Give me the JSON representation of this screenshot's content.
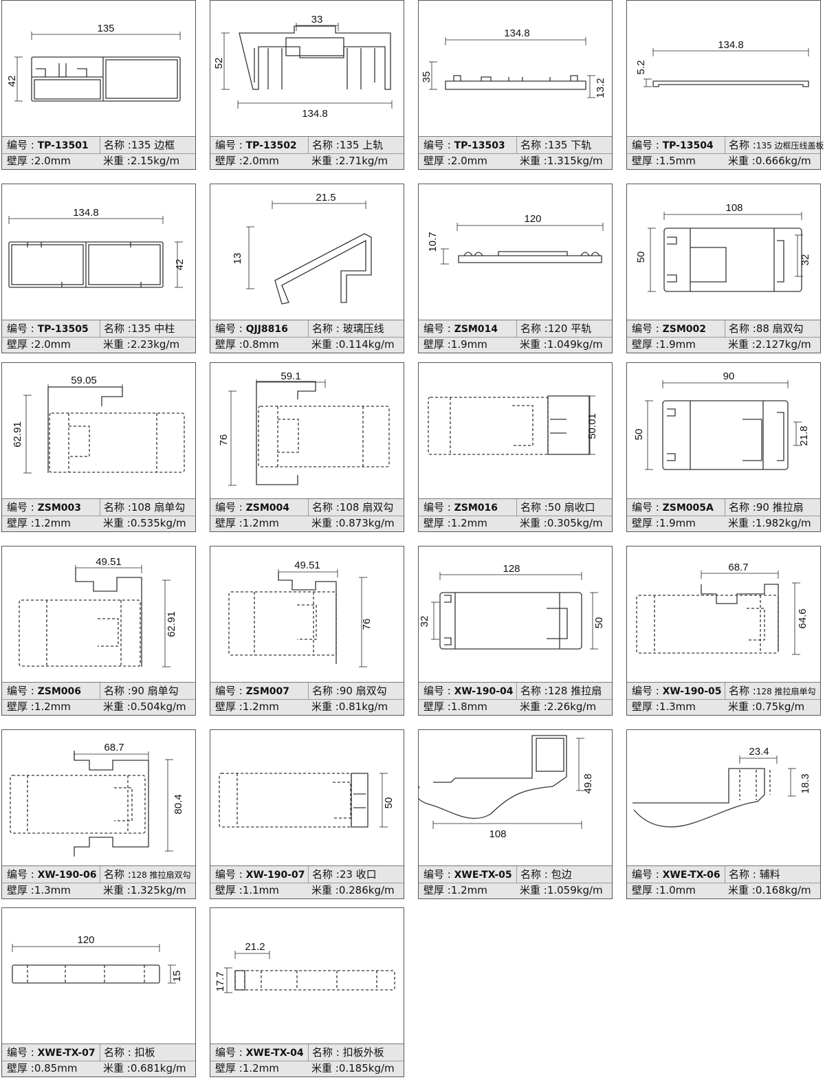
{
  "labels": {
    "code": "编号 : ",
    "name": "名称 :",
    "wall": "壁厚 :",
    "weight": "米重 :"
  },
  "items": [
    {
      "code": "TP-13501",
      "name": "135 边框",
      "wall": "2.0mm",
      "weight": "2.15kg/m",
      "dims": [
        "135",
        "42"
      ],
      "icon": "profile-drawing"
    },
    {
      "code": "TP-13502",
      "name": "135 上轨",
      "wall": "2.0mm",
      "weight": "2.71kg/m",
      "dims": [
        "33",
        "52",
        "134.8"
      ],
      "icon": "profile-drawing"
    },
    {
      "code": "TP-13503",
      "name": "135 下轨",
      "wall": "2.0mm",
      "weight": "1.315kg/m",
      "dims": [
        "134.8",
        "35",
        "13.2"
      ],
      "icon": "profile-drawing"
    },
    {
      "code": "TP-13504",
      "name": "135 边框压线盖板",
      "wall": "1.5mm",
      "weight": "0.666kg/m",
      "dims": [
        "134.8",
        "5.2"
      ],
      "icon": "profile-drawing"
    },
    {
      "code": "TP-13505",
      "name": "135 中柱",
      "wall": "2.0mm",
      "weight": "2.23kg/m",
      "dims": [
        "134.8",
        "42"
      ],
      "icon": "profile-drawing"
    },
    {
      "code": "QJJ8816",
      "name": " 玻璃压线",
      "wall": "0.8mm",
      "weight": "0.114kg/m",
      "dims": [
        "21.5",
        "13"
      ],
      "icon": "profile-drawing"
    },
    {
      "code": "ZSM014",
      "name": "120 平轨",
      "wall": "1.9mm",
      "weight": "1.049kg/m",
      "dims": [
        "120",
        "10.7"
      ],
      "icon": "profile-drawing"
    },
    {
      "code": "ZSM002",
      "name": "88 扇双勾",
      "wall": "1.9mm",
      "weight": "2.127kg/m",
      "dims": [
        "108",
        "50",
        "32"
      ],
      "icon": "profile-drawing"
    },
    {
      "code": "ZSM003",
      "name": "108 扇单勾",
      "wall": "1.2mm",
      "weight": "0.535kg/m",
      "dims": [
        "59.05",
        "62.91"
      ],
      "icon": "profile-drawing"
    },
    {
      "code": "ZSM004",
      "name": "108 扇双勾",
      "wall": "1.2mm",
      "weight": "0.873kg/m",
      "dims": [
        "59.1",
        "76"
      ],
      "icon": "profile-drawing"
    },
    {
      "code": "ZSM016",
      "name": "50 扇收口",
      "wall": "1.2mm",
      "weight": "0.305kg/m",
      "dims": [
        "50.01"
      ],
      "icon": "profile-drawing"
    },
    {
      "code": "ZSM005A",
      "name": "90 推拉扇",
      "wall": "1.9mm",
      "weight": "1.982kg/m",
      "dims": [
        "90",
        "50",
        "21.8"
      ],
      "icon": "profile-drawing"
    },
    {
      "code": "ZSM006",
      "name": "90 扇单勾",
      "wall": "1.2mm",
      "weight": "0.504kg/m",
      "dims": [
        "49.51",
        "62.91"
      ],
      "icon": "profile-drawing"
    },
    {
      "code": "ZSM007",
      "name": "90 扇双勾",
      "wall": "1.2mm",
      "weight": "0.81kg/m",
      "dims": [
        "49.51",
        "76"
      ],
      "icon": "profile-drawing"
    },
    {
      "code": "XW-190-04",
      "name": "128 推拉扇",
      "wall": "1.8mm",
      "weight": "2.26kg/m",
      "dims": [
        "128",
        "32",
        "50"
      ],
      "icon": "profile-drawing"
    },
    {
      "code": "XW-190-05",
      "name": "128 推拉扇单勾",
      "wall": "1.3mm",
      "weight": "0.75kg/m",
      "dims": [
        "68.7",
        "64.6"
      ],
      "icon": "profile-drawing"
    },
    {
      "code": "XW-190-06",
      "name": "128 推拉扇双勾",
      "wall": "1.3mm",
      "weight": "1.325kg/m",
      "dims": [
        "68.7",
        "80.4"
      ],
      "icon": "profile-drawing"
    },
    {
      "code": "XW-190-07",
      "name": "23 收口",
      "wall": "1.1mm",
      "weight": "0.286kg/m",
      "dims": [
        "50"
      ],
      "icon": "profile-drawing"
    },
    {
      "code": "XWE-TX-05",
      "name": " 包边",
      "wall": "1.2mm",
      "weight": "1.059kg/m",
      "dims": [
        "49.8",
        "108"
      ],
      "icon": "profile-drawing"
    },
    {
      "code": "XWE-TX-06",
      "name": " 辅料",
      "wall": "1.0mm",
      "weight": "0.168kg/m",
      "dims": [
        "23.4",
        "18.3"
      ],
      "icon": "profile-drawing"
    },
    {
      "code": "XWE-TX-07",
      "name": " 扣板",
      "wall": "0.85mm",
      "weight": "0.681kg/m",
      "dims": [
        "120",
        "15"
      ],
      "icon": "profile-drawing"
    },
    {
      "code": "XWE-TX-04",
      "name": " 扣板外板",
      "wall": "1.2mm",
      "weight": "0.185kg/m",
      "dims": [
        "21.2",
        "17.7"
      ],
      "icon": "profile-drawing"
    }
  ]
}
